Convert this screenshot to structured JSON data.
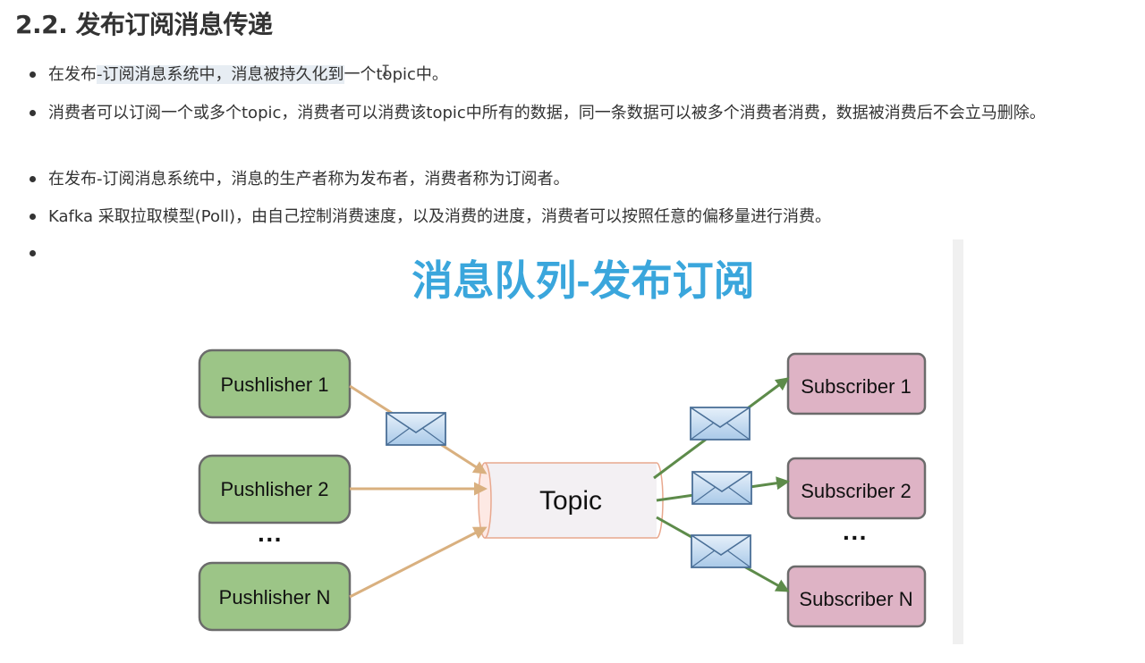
{
  "heading": "2.2. 发布订阅消息传递",
  "bullets": {
    "b1_pre": "在发布",
    "b1_hl": "-订阅消息系统中，消息被持久化到",
    "b1_post": "一个topic中。",
    "b2": "消费者可以订阅一个或多个topic，消费者可以消费该topic中所有的数据，同一条数据可以被多个消费者消费，数据被消费后不会立马删除。",
    "b3": "在发布-订阅消息系统中，消息的生产者称为发布者，消费者称为订阅者。",
    "b4": "Kafka 采取拉取模型(Poll)，由自己控制消费速度，以及消费的进度，消费者可以按照任意的偏移量进行消费。",
    "b5": ""
  },
  "diagram": {
    "title": "消息队列-发布订阅",
    "topic": "Topic",
    "publishers": [
      "Pushlisher 1",
      "Pushlisher 2",
      "Pushlisher N"
    ],
    "subscribers": [
      "Subscriber 1",
      "Subscriber 2",
      "Subscriber N"
    ],
    "ellipsis": "···",
    "colors": {
      "title": "#3aa6dc",
      "publisher_fill": "#9cc587",
      "publisher_stroke": "#6b6b6b",
      "subscriber_fill": "#deb3c5",
      "subscriber_stroke": "#6b6b6b",
      "topic_stroke": "#e8a88e",
      "pub_arrow": "#d9b07f",
      "sub_arrow": "#5d8b4a",
      "envelope": "#bcd6ee"
    }
  }
}
